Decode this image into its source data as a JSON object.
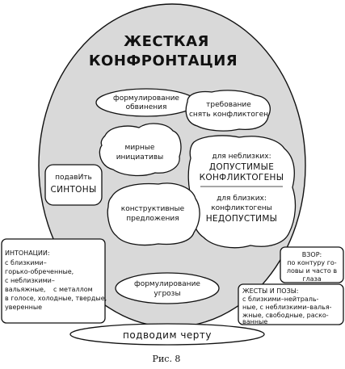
{
  "diagram": {
    "title_line1": "ЖЕСТКАЯ",
    "title_line2": "КОНФРОНТАЦИЯ",
    "accusation": [
      "формулирование",
      "обвинения"
    ],
    "demand": [
      "требование",
      "снять конфликтоген"
    ],
    "peace": [
      "мирные",
      "инициативы"
    ],
    "permissible": {
      "line1": "для неблизких:",
      "line2": "ДОПУСТИМЫЕ",
      "line3": "КОНФЛИКТОГЕНЫ",
      "line4": "для близких:",
      "line5": "конфликтогены",
      "line6": "НЕДОПУСТИМЫ"
    },
    "syntons": [
      "подавИть",
      "СИНТОНЫ"
    ],
    "constructive": [
      "конструктивные",
      "предложения"
    ],
    "intonations": [
      "ИНТОНАЦИИ:",
      "с близкими–",
      "горько-обреченные,",
      "с неблизкими–",
      "вальяжные,",
      "с металлом",
      "в голосе, холодные, твердые,",
      "уверенные"
    ],
    "gaze": [
      "ВЗОР:",
      "по контуру го-",
      "ловы и часто в",
      "глаза"
    ],
    "gestures": [
      "ЖЕСТЫ И ПОЗЫ:",
      "с близкими–нейтраль-",
      "ные, с неблизкими–валья-",
      "жные, свободные, раско-",
      "ванные"
    ],
    "threat": [
      "формулирование",
      "угрозы"
    ],
    "bottom_line": "подводим черту",
    "caption": "Рис. 8"
  }
}
